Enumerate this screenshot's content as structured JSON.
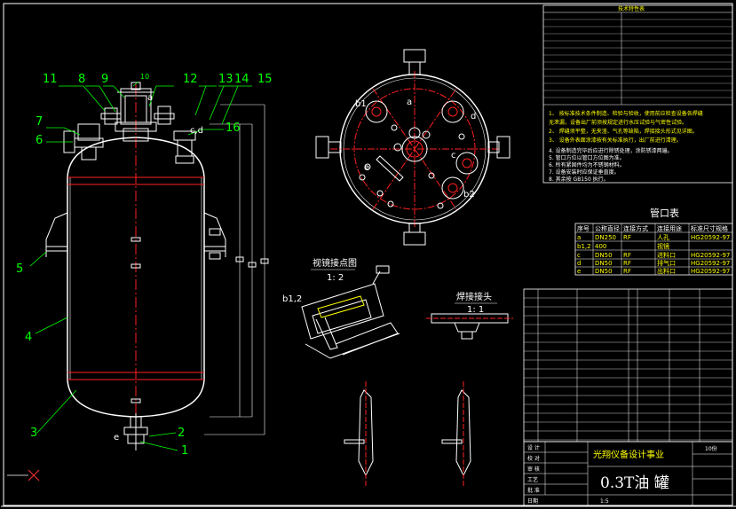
{
  "callouts": [
    "1",
    "2",
    "3",
    "4",
    "5",
    "6",
    "7",
    "8",
    "9",
    "10",
    "11",
    "12",
    "13",
    "14",
    "15",
    "16"
  ],
  "nozzle_marks": {
    "a": "a",
    "b12": "b1,2",
    "c": "c",
    "d": "d",
    "cd": "c,d",
    "e": "e"
  },
  "detail_views": {
    "stir_title": "视镜接点图",
    "stir_scale": "1: 2",
    "weld_title": "焊接接头",
    "weld_scale": "1: 1",
    "b12": "b1,2"
  },
  "nozzle_table": {
    "title": "管口表",
    "headers": [
      "序号",
      "公称直径",
      "连接方式",
      "连接用途",
      "标准尺寸规格"
    ],
    "rows": [
      [
        "a",
        "DN250",
        "RF",
        "人孔",
        "HG20592-97"
      ],
      [
        "b1,2",
        "400",
        "",
        "视镜",
        ""
      ],
      [
        "c",
        "DN50",
        "RF",
        "进料口",
        "HG20592-97"
      ],
      [
        "d",
        "DN50",
        "RF",
        "排气口",
        "HG20592-97"
      ],
      [
        "e",
        "DN50",
        "RF",
        "出料口",
        "HG20592-97"
      ]
    ]
  },
  "title_block": {
    "company": "光翔仪备设计事业",
    "drawing_name": "0.3T油 罐",
    "scale": "1:5",
    "sheet": "10份"
  },
  "axis_marker": "X"
}
